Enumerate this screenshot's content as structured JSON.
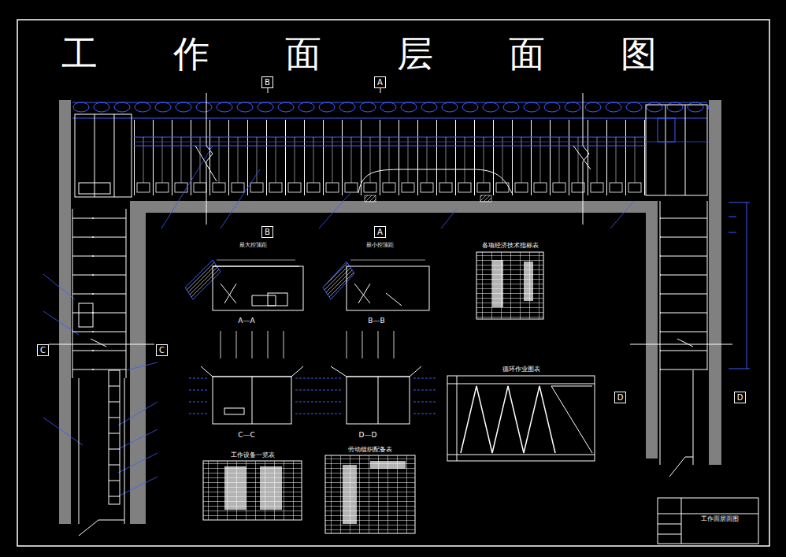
{
  "diagram": {
    "title": "工作面层面图",
    "nodes": [
      {
        "text": [
          "各项经济技术指标表"
        ]
      },
      {
        "text": [
          "循环作业图表"
        ]
      },
      {
        "text": [
          "工作设备一览表"
        ]
      },
      {
        "text": [
          "劳动组织配备表"
        ]
      },
      {
        "text": [
          "工作面层面图"
        ]
      }
    ],
    "labels": [
      "B",
      "A",
      "B",
      "A",
      "C",
      "C",
      "D",
      "D",
      "最大控顶距",
      "最小控顶距",
      "A—A",
      "B—B",
      "C—C",
      "D—D"
    ]
  }
}
